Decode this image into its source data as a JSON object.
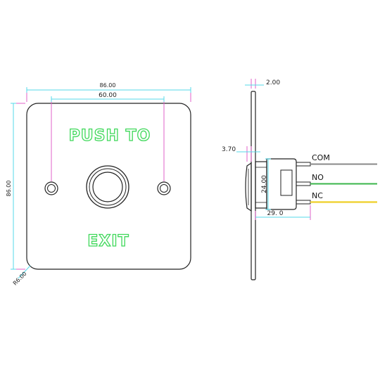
{
  "colors": {
    "outline": "#222222",
    "dimension_line": "#55d8ea",
    "extension_line": "#e060c8",
    "plate_lettering": "#3fd85a",
    "wire_com": "#888888",
    "wire_no": "#39b54a",
    "wire_nc": "#f0d43a"
  },
  "front_view": {
    "width_dim": "86.00",
    "hole_spacing_dim": "60.00",
    "height_dim": "86.00",
    "corner_radius_dim": "R6.00",
    "text_top": "PUSH TO",
    "text_bottom": "EXIT"
  },
  "side_view": {
    "plate_thickness_dim": "2.00",
    "cap_height_dim": "3.70",
    "body_diameter_dim": "24.00",
    "depth_dim": "29. 0",
    "wires": [
      {
        "label": "COM",
        "color_key": "wire_com"
      },
      {
        "label": "NO",
        "color_key": "wire_no"
      },
      {
        "label": "NC",
        "color_key": "wire_nc"
      }
    ]
  }
}
